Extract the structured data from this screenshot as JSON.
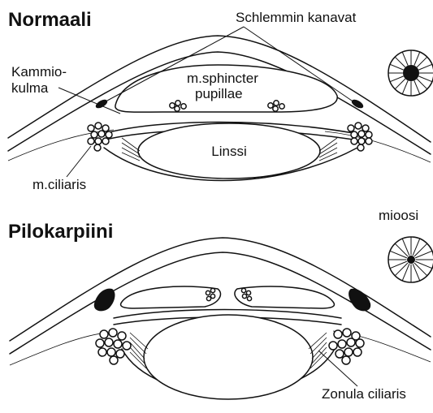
{
  "panels": {
    "normal": {
      "title": "Normaali",
      "schlemm_label": "Schlemmin kanavat",
      "angle_label_line1": "Kammio-",
      "angle_label_line2": "kulma",
      "sphincter_line1": "m.sphincter",
      "sphincter_line2": "pupillae",
      "lens_label": "Linssi",
      "ciliary_label": "m.ciliaris"
    },
    "pilocarpine": {
      "title": "Pilokarpiini",
      "pupil_label": "mioosi",
      "zonula_label": "Zonula ciliaris"
    }
  },
  "pupil_icons": {
    "normal": {
      "pupil_fraction": 0.36,
      "spokes": 16
    },
    "miosis": {
      "pupil_fraction": 0.2,
      "spokes": 16
    }
  }
}
